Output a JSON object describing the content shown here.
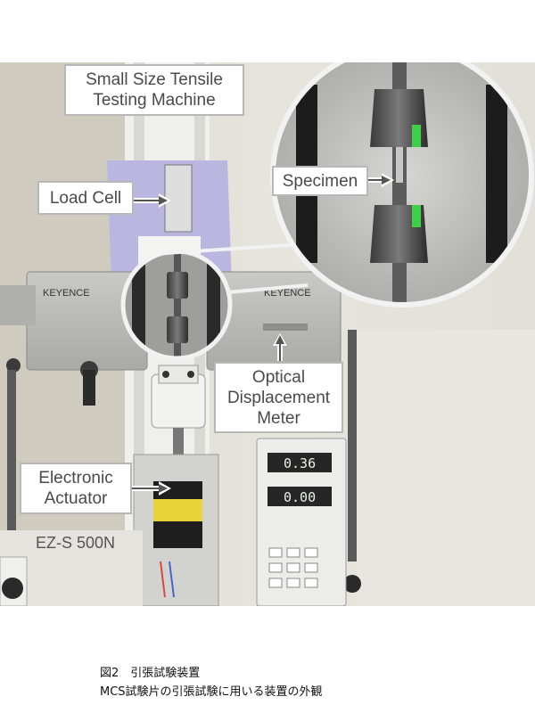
{
  "labels": {
    "machine": "Small Size Tensile\nTesting Machine",
    "load_cell": "Load Cell",
    "specimen": "Specimen",
    "optical": "Optical\nDisplacement\nMeter",
    "actuator": "Electronic\nActuator"
  },
  "device_text": {
    "keyence_left": "KEYENCE",
    "keyence_right": "KEYENCE",
    "model": "EZ-S 500N",
    "display_top": "0.36",
    "display_bottom": "0.00"
  },
  "caption": {
    "line1": "図2　引張試験装置",
    "line2": "MCS試験片の引張試験に用いる装置の外観"
  },
  "colors": {
    "accent_green": "#3fcf4a",
    "label_border": "#b8b8b8",
    "display_digits": "#e8f2e8"
  }
}
